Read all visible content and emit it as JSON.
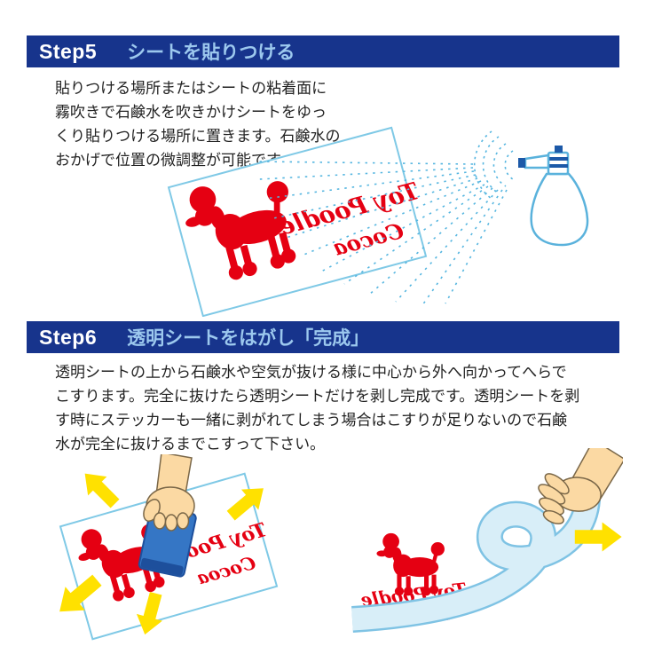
{
  "colors": {
    "header_bg": "#17348c",
    "step_label": "#ffffff",
    "step_title": "#9cc8ee",
    "body_text": "#222222",
    "sticker_red": "#e50012",
    "sheet_outline": "#7fc9e6",
    "spray_blue": "#56b6e0",
    "arrow_yellow": "#ffe100",
    "hand_skin": "#fbd9a3",
    "squeegee_blue": "#3576c5"
  },
  "step5": {
    "label": "Step5",
    "title": "シートを貼りつける",
    "body": "貼りつける場所またはシートの粘着面に\n霧吹きで石鹸水を吹きかけシートをゆっ\nくり貼りつける場所に置きます。石鹸水の\nおかげで位置の微調整が可能です。"
  },
  "step6": {
    "label": "Step6",
    "title": "透明シートをはがし「完成」",
    "body": "透明シートの上から石鹸水や空気が抜ける様に中心から外へ向かってへらで\nこすります。完全に抜けたら透明シートだけを剥し完成です。透明シートを剥\nす時にステッカーも一緒に剥がれてしまう場合はこすりが足りないので石鹸\n水が完全に抜けるまでこすって下さい。"
  },
  "sticker": {
    "line1": "Toy Poodle",
    "line2": "Cocoa"
  },
  "icons": {
    "spray-bottle-icon": "spray bottle with soap water",
    "spray-mist": "dotted mist fan",
    "sticker-sheet": "tilted white sticker sheet with red poodle design",
    "poodle-silhouette": "red toy poodle silhouette",
    "squeegee-hand-icon": "hand rubbing with blue squeegee",
    "yellow-arrow": "outward direction arrow",
    "transparent-sheet": "curled transparent application sheet",
    "peeling-hand-icon": "hand peeling transparent sheet"
  }
}
